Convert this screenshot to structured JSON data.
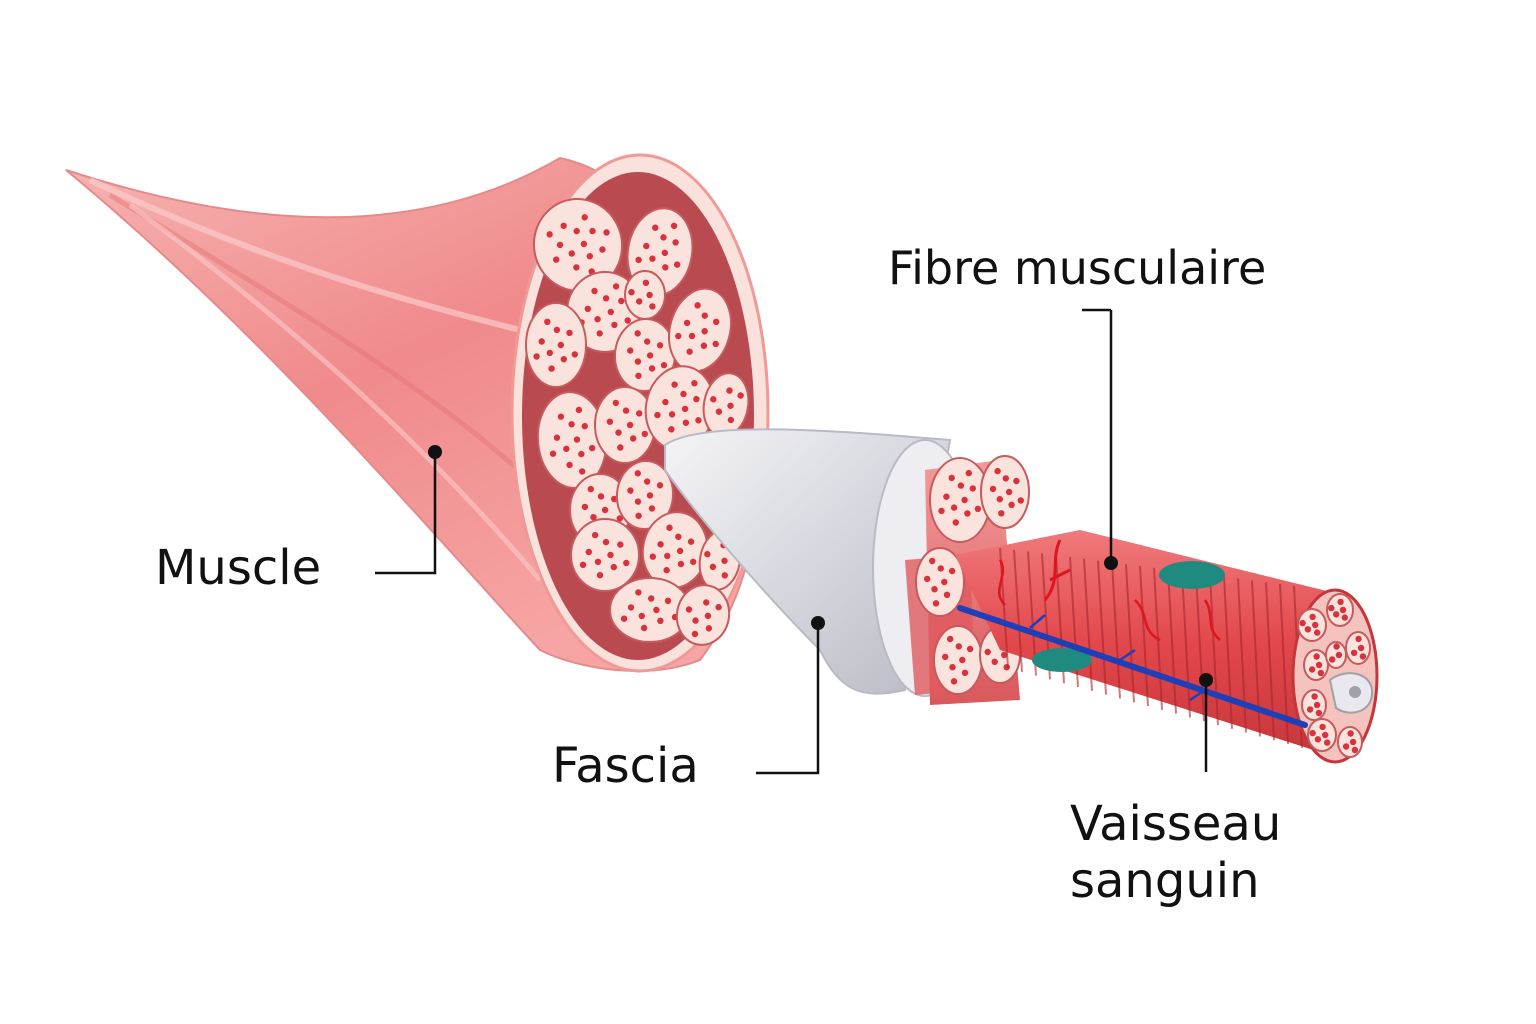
{
  "labels": {
    "muscle": "Muscle",
    "fascia": "Fascia",
    "fibre": "Fibre musculaire",
    "vessel_line1": "Vaisseau",
    "vessel_line2": "sanguin"
  },
  "colors": {
    "muscle_pink": "#f1888a",
    "muscle_light": "#f6b0ae",
    "muscle_dark": "#c9494d",
    "fascicle_fill": "#fbe3dd",
    "fascicle_dot": "#d8323c",
    "fascia_grey": "#dcdde3",
    "fibre_red": "#e2474b",
    "fibre_dark": "#b8272e",
    "vessel_blue": "#1f3fb8",
    "capillary_red": "#e0141e",
    "teal_cell": "#1f8a80",
    "leader_line": "#111111"
  }
}
